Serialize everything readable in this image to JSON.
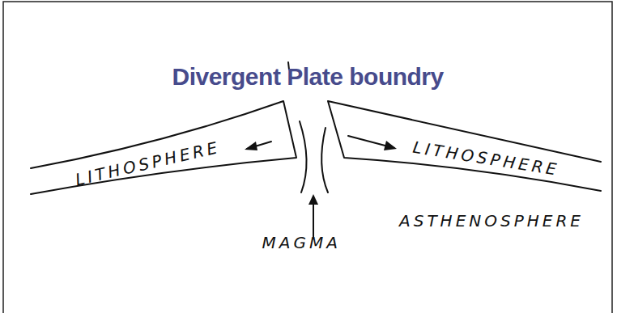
{
  "diagram": {
    "title": "Divergent Plate boundry",
    "nodes": [
      {
        "text": [
          "LITHOSPHERE"
        ]
      },
      {
        "text": [
          "LITHOSPHERE"
        ]
      }
    ],
    "labels": [
      "MAGMA",
      "ASTHENOSPHERE"
    ]
  }
}
